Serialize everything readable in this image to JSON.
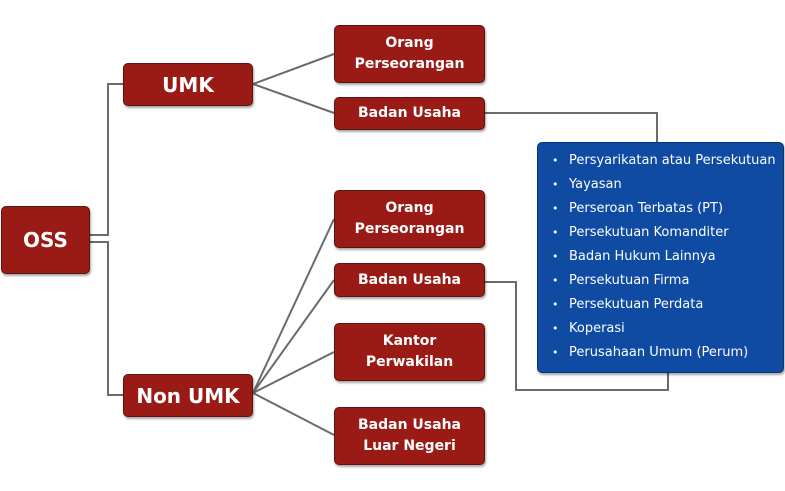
{
  "root": {
    "label": "OSS"
  },
  "umk": {
    "label": "UMK",
    "children": [
      {
        "label": "Orang\nPerseorangan"
      },
      {
        "label": "Badan Usaha"
      }
    ]
  },
  "non_umk": {
    "label": "Non UMK",
    "children": [
      {
        "label": "Orang\nPerseorangan"
      },
      {
        "label": "Badan Usaha"
      },
      {
        "label": "Kantor\nPerwakilan"
      },
      {
        "label": "Badan Usaha\nLuar Negeri"
      }
    ]
  },
  "badan_usaha_types": [
    "Persyarikatan atau Persekutuan",
    "Yayasan",
    "Perseroan Terbatas (PT)",
    "Persekutuan Komanditer",
    "Badan Hukum Lainnya",
    "Persekutuan Firma",
    "Persekutuan Perdata",
    "Koperasi",
    "Perusahaan Umum (Perum)"
  ],
  "colors": {
    "node": "#9a1b16",
    "list_box": "#0f4aa3",
    "connector": "#6b6b6b"
  }
}
